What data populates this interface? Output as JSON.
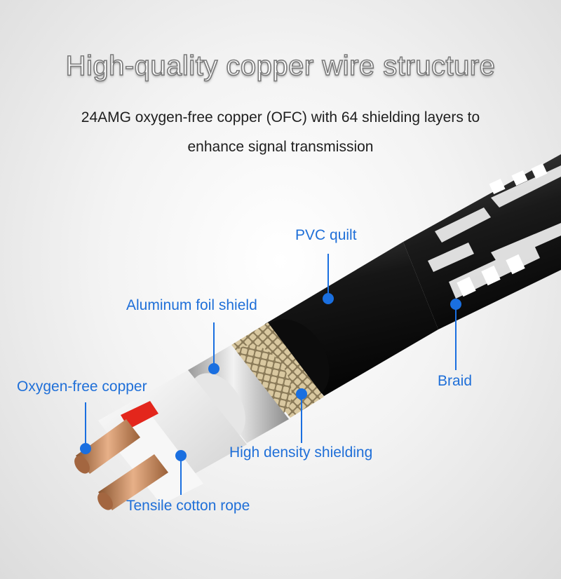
{
  "header": {
    "title": "High-quality copper wire structure",
    "subtitle_line1": "24AMG oxygen-free copper (OFC) with 64 shielding layers to",
    "subtitle_line2": "enhance signal transmission"
  },
  "labels": {
    "pvc": "PVC quilt",
    "aluminum": "Aluminum foil shield",
    "copper": "Oxygen-free copper",
    "braid": "Braid",
    "shielding": "High density shielding",
    "rope": "Tensile cotton rope"
  },
  "colors": {
    "label_blue": "#1f6fd8",
    "marker_blue": "#1a6fe0",
    "jacket": "#131313",
    "copper": "#c98a5c",
    "braid_gold": "#c8b48a"
  }
}
